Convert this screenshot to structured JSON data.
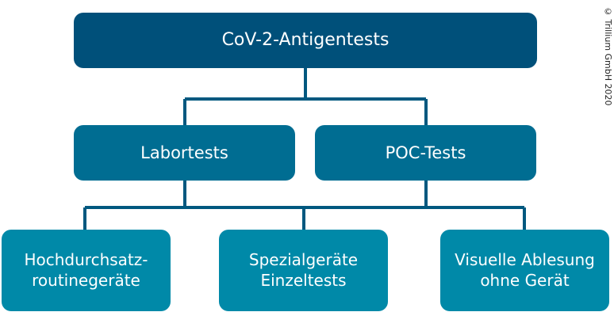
{
  "diagram": {
    "root": {
      "label": "CoV-2-Antigentests"
    },
    "level2": [
      {
        "label": "Labortests"
      },
      {
        "label": "POC-Tests"
      }
    ],
    "level3": [
      {
        "label": "Hochdurchsatz-\nroutinegeräte"
      },
      {
        "label": "Spezialgeräte\nEinzeltests"
      },
      {
        "label": "Visuelle Ablesung\nohne Gerät"
      }
    ],
    "copyright": "© Trillium GmbH 2020"
  },
  "colors": {
    "root_fill": "#00507a",
    "level2_fill": "#006d92",
    "level3_fill": "#0089a8",
    "connector": "#00587f",
    "text": "#ffffff"
  }
}
